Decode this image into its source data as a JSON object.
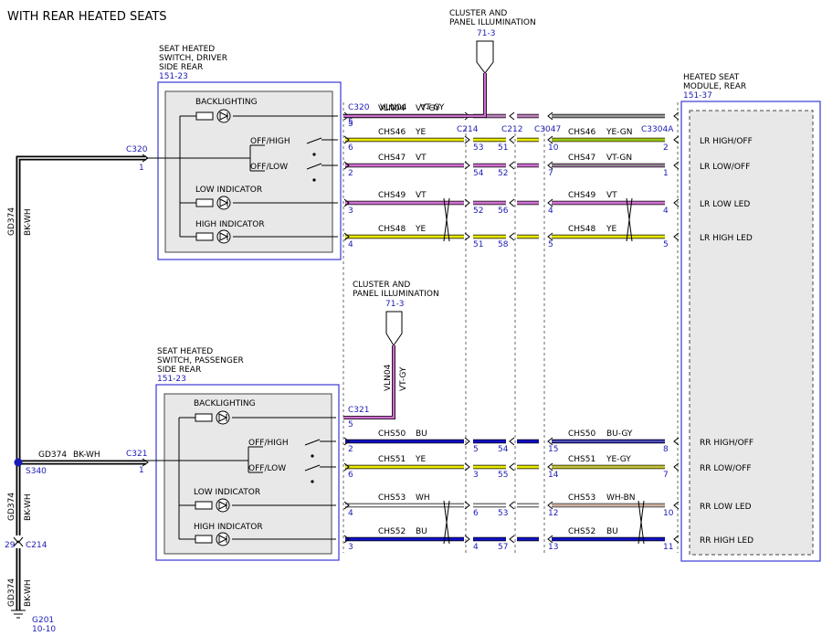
{
  "title": "WITH REAR HEATED SEATS",
  "colors": {
    "ref_blue": "#1a1ab4",
    "box_blue": "#3a3ad6",
    "panel_gray": "#e8e8e8",
    "VT": "#d070d0",
    "YE": "#e8e800",
    "BU": "#1010c8",
    "WH": "#f0f0f0",
    "BN": "#b06a40",
    "GN": "#3aaa3a",
    "GY": "#9a9a9a",
    "BK": "#000000"
  },
  "illum_top": {
    "line1": "CLUSTER AND",
    "line2": "PANEL ILLUMINATION",
    "ref": "71-3"
  },
  "illum_bottom": {
    "line1": "CLUSTER AND",
    "line2": "PANEL ILLUMINATION",
    "ref": "71-3",
    "circuit": "VLN04",
    "color": "VT-GY"
  },
  "driver_switch": {
    "line1": "SEAT HEATED",
    "line2": "SWITCH, DRIVER",
    "line3": "SIDE REAR",
    "ref": "151-23",
    "backlighting": "BACKLIGHTING",
    "off_high": "OFF/HIGH",
    "off_low": "OFF/LOW",
    "low_indicator": "LOW INDICATOR",
    "high_indicator": "HIGH INDICATOR"
  },
  "passenger_switch": {
    "line1": "SEAT HEATED",
    "line2": "SWITCH, PASSENGER",
    "line3": "SIDE REAR",
    "ref": "151-23",
    "backlighting": "BACKLIGHTING",
    "off_high": "OFF/HIGH",
    "off_low": "OFF/LOW",
    "low_indicator": "LOW INDICATOR",
    "high_indicator": "HIGH INDICATOR"
  },
  "module": {
    "line1": "HEATED SEAT",
    "line2": "MODULE, REAR",
    "ref": "151-37"
  },
  "connectors": {
    "c320": "C320",
    "c321": "C321",
    "c214": "C214",
    "c212": "C212",
    "c3047": "C3047",
    "c3304a": "C3304A"
  },
  "driver_circuits": [
    {
      "pin_sw": "5",
      "circuit": "VLN04",
      "color": "VT-GY"
    },
    {
      "pin_sw": "6",
      "circuit": "CHS46",
      "color": "YE",
      "c214": "53",
      "c212": "51",
      "c3047": "10",
      "circuit_r": "CHS46",
      "color_r": "YE-GN",
      "pin_mod": "2",
      "label": "LR HIGH/OFF"
    },
    {
      "pin_sw": "2",
      "circuit": "CHS47",
      "color": "VT",
      "c214": "54",
      "c212": "52",
      "c3047": "7",
      "circuit_r": "CHS47",
      "color_r": "VT-GN",
      "pin_mod": "1",
      "label": "LR LOW/OFF"
    },
    {
      "pin_sw": "3",
      "circuit": "CHS49",
      "color": "VT",
      "c214": "52",
      "c212": "56",
      "c3047": "4",
      "circuit_r": "CHS49",
      "color_r": "VT",
      "pin_mod": "4",
      "label": "LR LOW LED"
    },
    {
      "pin_sw": "4",
      "circuit": "CHS48",
      "color": "YE",
      "c214": "51",
      "c212": "58",
      "c3047": "5",
      "circuit_r": "CHS48",
      "color_r": "YE",
      "pin_mod": "5",
      "label": "LR HIGH LED"
    }
  ],
  "passenger_circuits": [
    {
      "pin_sw": "5"
    },
    {
      "pin_sw": "2",
      "circuit": "CHS50",
      "color": "BU",
      "c214": "5",
      "c212": "54",
      "c3047": "15",
      "circuit_r": "CHS50",
      "color_r": "BU-GY",
      "pin_mod": "8",
      "label": "RR HIGH/OFF"
    },
    {
      "pin_sw": "6",
      "circuit": "CHS51",
      "color": "YE",
      "c214": "3",
      "c212": "55",
      "c3047": "14",
      "circuit_r": "CHS51",
      "color_r": "YE-GY",
      "pin_mod": "7",
      "label": "RR LOW/OFF"
    },
    {
      "pin_sw": "4",
      "circuit": "CHS53",
      "color": "WH",
      "c214": "6",
      "c212": "53",
      "c3047": "12",
      "circuit_r": "CHS53",
      "color_r": "WH-BN",
      "pin_mod": "10",
      "label": "RR LOW LED"
    },
    {
      "pin_sw": "3",
      "circuit": "CHS52",
      "color": "BU",
      "c214": "4",
      "c212": "57",
      "c3047": "13",
      "circuit_r": "CHS52",
      "color_r": "BU",
      "pin_mod": "11",
      "label": "RR HIGH LED"
    }
  ],
  "ground": {
    "c320_pin": "1",
    "c321_pin": "1",
    "circuit": "GD374",
    "color": "BK-WH",
    "splice": "S340",
    "c214_pin": "29",
    "g201": "G201",
    "g201_ref": "10-10"
  }
}
